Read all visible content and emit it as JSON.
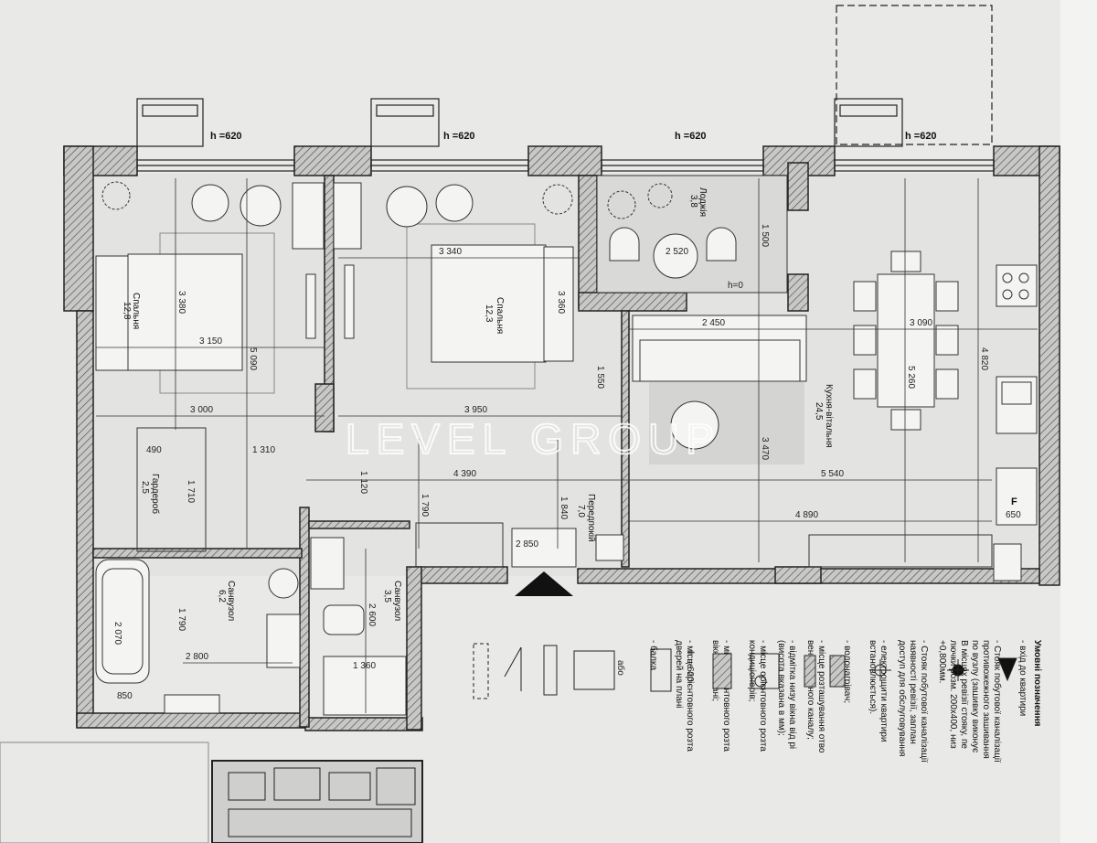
{
  "window_heights": [
    "h =620",
    "h =620",
    "h =620",
    "h =620"
  ],
  "rooms": [
    {
      "name": "Спальня",
      "area": "12,8"
    },
    {
      "name": "Спальня",
      "area": "12,3"
    },
    {
      "name": "Лоджія",
      "area": "3,8"
    },
    {
      "name": "Кухня-вітальня",
      "area": "24,5"
    },
    {
      "name": "Гардероб",
      "area": "2,5"
    },
    {
      "name": "Санвузол",
      "area": "6,2"
    },
    {
      "name": "Санвузол",
      "area": "3,5"
    },
    {
      "name": "Передпокій",
      "area": "7,0"
    }
  ],
  "dimensions": [
    "3 380",
    "3 150",
    "5 090",
    "3 000",
    "3 340",
    "3 360",
    "3 950",
    "2 520",
    "1 500",
    "2 450",
    "3 090",
    "5 260",
    "4 820",
    "1 550",
    "3 470",
    "4 390",
    "5 540",
    "1 310",
    "1 120",
    "1 790",
    "1 840",
    "4 890",
    "2 850",
    "490",
    "1 710",
    "1 790",
    "2 800",
    "2 070",
    "850",
    "2 600",
    "1 360",
    "650"
  ],
  "labels": {
    "floor_mark": "h=0",
    "fridge": "F",
    "watermark": "LEVEL GROUP"
  },
  "legend": {
    "title": "Умовні позначення",
    "items": [
      "- вхід до квартири",
      "- Стояк побутової каналізації",
      "противожежного зашивання",
      "по вузлу (зашивку виконує",
      "В місцях ревізії стояку, пе",
      "лючки розм. 200х400, низ",
      "+0,800мм.",
      "- Стояк побутової каналізації",
      "наявності ревізії, заплан",
      "доступ для обслуговування",
      "- електрощити квартири",
      "встановлюється).",
      "- водонагрівач;",
      "- місце розташування отво",
      "вентиляційного каналу;",
      "- відмітка низу вікна від рі",
      "(висота вказана в мм);",
      "- місце орієнтовного розта",
      "кондиціонерів;",
      "- місце орієнтовного розта",
      "вікна на плані;",
      "- місце орієнтовного розта",
      "дверей на плані",
      "- балка"
    ],
    "sym_h": "h = 620",
    "sym_abo": "або"
  }
}
